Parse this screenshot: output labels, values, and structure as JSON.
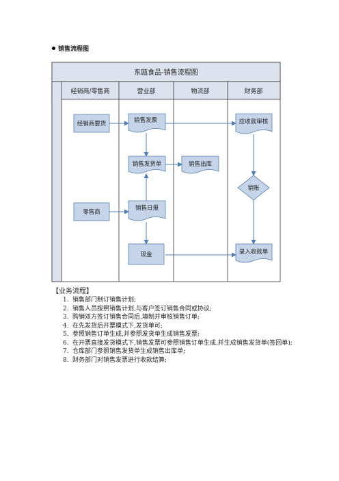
{
  "section": {
    "title": "销售流程图"
  },
  "diagram": {
    "title": "东瓯食品-销售流程图",
    "lanes": [
      "经销商/零售商",
      "营业部",
      "物流部",
      "财务部"
    ],
    "nodes": {
      "dealer_order": "经销商要货",
      "sales_invoice": "销售发票",
      "receivable_review": "应收款审核",
      "sales_delivery": "销售发货单",
      "sales_outbound": "销售出库",
      "write_off": "销账",
      "retailer": "零售商",
      "daily_report": "销售日报",
      "cash": "现金",
      "record_receipt": "录入收款单"
    }
  },
  "process": {
    "title": "【业务流程】",
    "steps": [
      {
        "num": "1.",
        "text": "销售部门制订销售计划;"
      },
      {
        "num": "2.",
        "text": "销售人员按照销售计划,与客户签订销售合同或协议;"
      },
      {
        "num": "3.",
        "text": "购销双方签订销售合同后,填制并审核销售订单;"
      },
      {
        "num": "4.",
        "text": "在先发货后开票模式下,发货单可;"
      },
      {
        "num": "5.",
        "text": "参照销售订单生成,并参照发货单生成销售发票;"
      },
      {
        "num": "6.",
        "text": "在开票直接发货模式下,销售发票可参照销售订单生成,并生成销售发货单(签回单);"
      },
      {
        "num": "7.",
        "text": "仓库部门参照销售发货单生成销售出库单;"
      },
      {
        "num": "8.",
        "text": "财务部门对销售发票进行收款结算;"
      }
    ]
  },
  "colors": {
    "header_fill": "#dce3ef",
    "node_fill": "#c5d4e8",
    "node_stroke": "#5a7fa8",
    "arrow": "#4f7db0",
    "frame": "#333333"
  }
}
